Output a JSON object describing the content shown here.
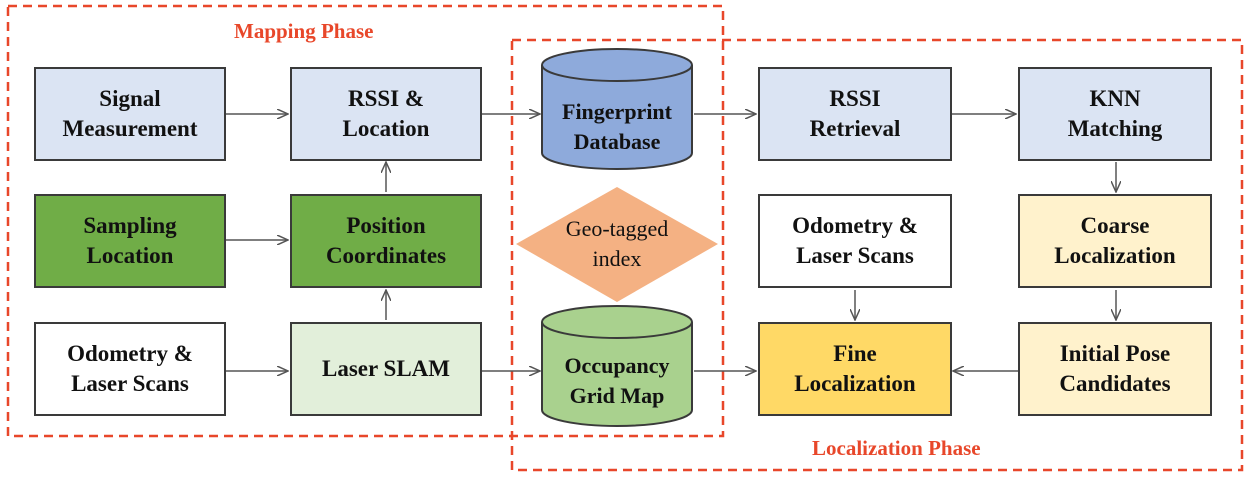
{
  "phases": {
    "mapping": "Mapping Phase",
    "localization": "Localization Phase"
  },
  "mapping_blocks": {
    "signal_measurement": "Signal\nMeasurement",
    "rssi_location": "RSSI &\nLocation",
    "sampling_location": "Sampling\nLocation",
    "position_coordinates": "Position\nCoordinates",
    "odometry_laser_scans": "Odometry &\nLaser Scans",
    "laser_slam": "Laser SLAM"
  },
  "shared": {
    "fingerprint_database": "Fingerprint\nDatabase",
    "geo_tagged_index": "Geo-tagged\nindex",
    "occupancy_grid_map": "Occupancy\nGrid Map"
  },
  "localization_blocks": {
    "rssi_retrieval": "RSSI\nRetrieval",
    "knn_matching": "KNN\nMatching",
    "odometry_laser_scans": "Odometry &\nLaser Scans",
    "coarse_localization": "Coarse\nLocalization",
    "fine_localization": "Fine\nLocalization",
    "initial_pose_candidates": "Initial Pose\nCandidates"
  },
  "colors": {
    "phase_border": "#e8472a",
    "light_blue": "#dbe4f3",
    "database_blue": "#8eaadb",
    "green": "#70ad47",
    "light_green": "#e2efda",
    "cylinder_green": "#a9d18e",
    "diamond_orange": "#f4b183",
    "light_yellow": "#fff2cc",
    "yellow": "#ffd966",
    "white": "#ffffff"
  }
}
